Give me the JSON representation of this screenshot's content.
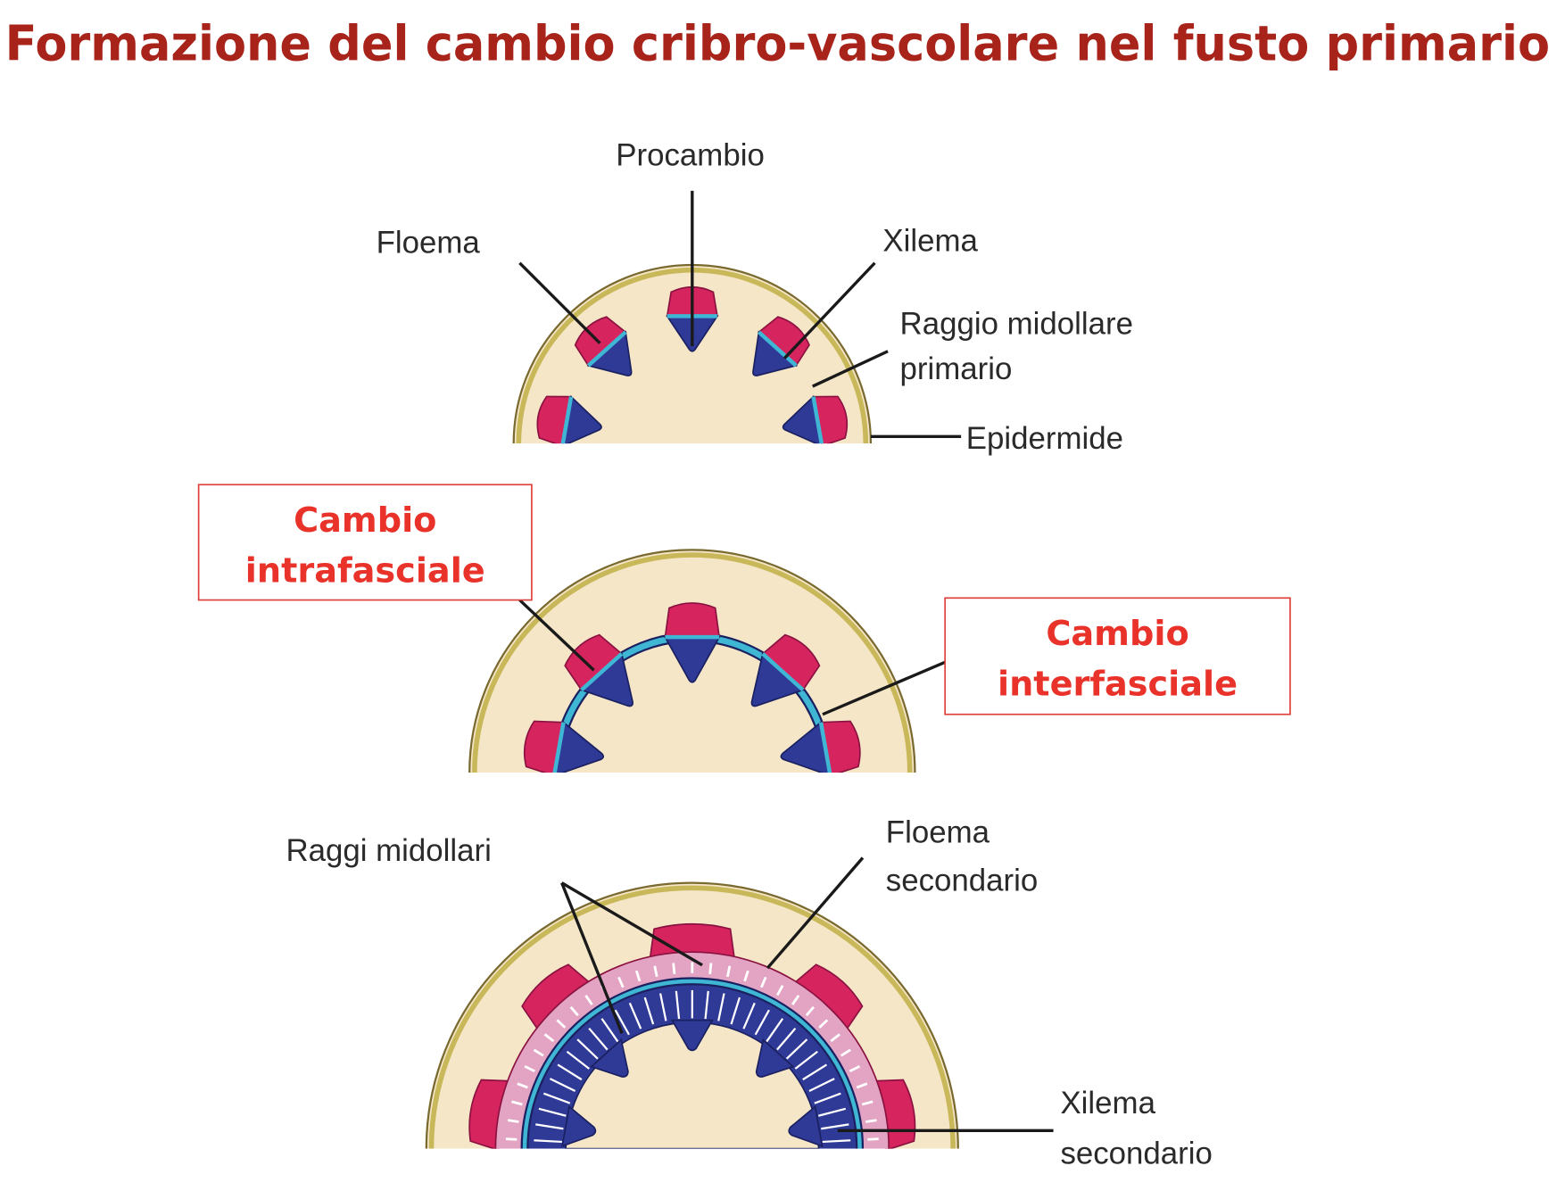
{
  "title": "Formazione del cambio cribro-vascolare nel fusto primario",
  "diagram1": {
    "labels": {
      "procambio": "Procambio",
      "floema": "Floema",
      "xilema": "Xilema",
      "raggio_line1": "Raggio midollare",
      "raggio_line2": "primario",
      "epidermide": "Epidermide"
    }
  },
  "diagram2": {
    "box_intra": {
      "line1": "Cambio",
      "line2": "intrafasciale"
    },
    "box_inter": {
      "line1": "Cambio",
      "line2": "interfasciale"
    }
  },
  "diagram3": {
    "labels": {
      "raggi": "Raggi midollari",
      "floema_sec_line1": "Floema",
      "floema_sec_line2": "secondario",
      "xilema_sec_line1": "Xilema",
      "xilema_sec_line2": "secondario"
    }
  },
  "colors": {
    "title": "#a8231a",
    "box_text": "#e8322a",
    "cortex": "#f5e6c8",
    "epidermis": "#c9b85a",
    "phloem": "#d6245e",
    "xylem": "#2e3a96",
    "cambium": "#3fb7d4",
    "sec_phloem": "#e3a3c3"
  }
}
